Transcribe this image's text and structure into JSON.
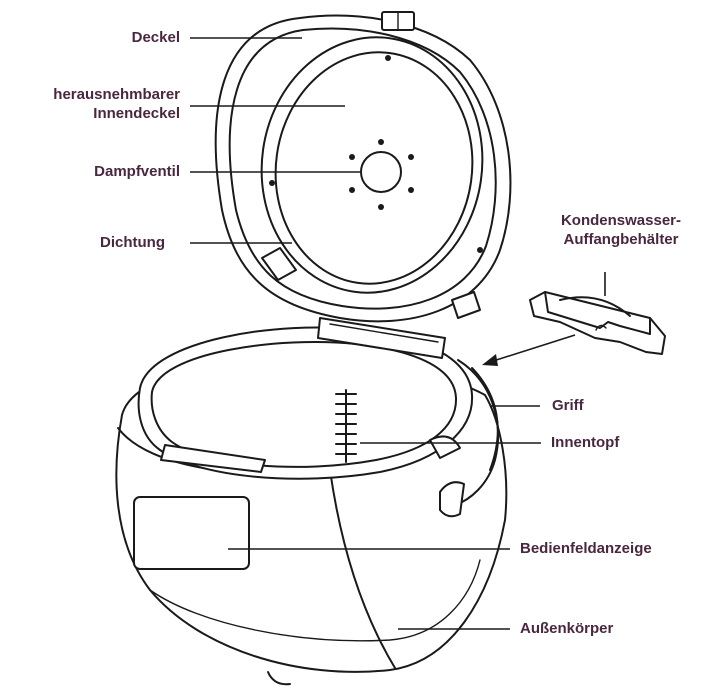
{
  "labels": {
    "lid": "Deckel",
    "inner_lid_line1": "herausnehmbarer",
    "inner_lid_line2": "Innendeckel",
    "steam_valve": "Dampfventil",
    "seal": "Dichtung",
    "condensate_line1": "Kondenswasser-",
    "condensate_line2": "Auffangbehälter",
    "handle": "Griff",
    "inner_pot": "Innentopf",
    "control_panel": "Bedienfeldanzeige",
    "outer_body": "Außenkörper"
  },
  "colors": {
    "label_text": "#4a2740",
    "line": "#1a1a1a",
    "background": "#ffffff"
  }
}
